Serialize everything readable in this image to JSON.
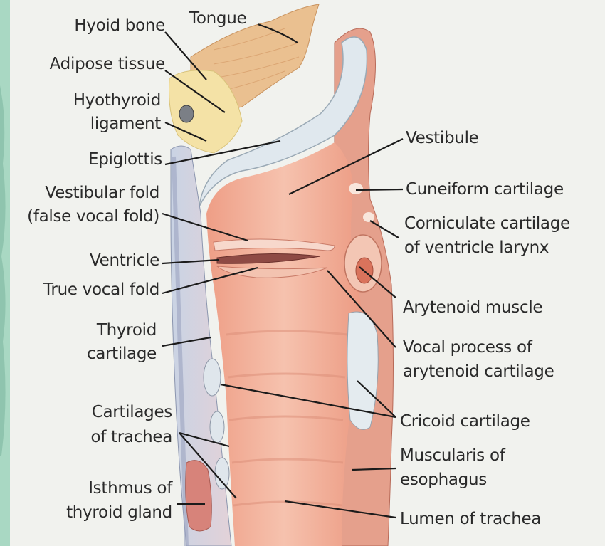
{
  "labels": {
    "tongue": "Tongue",
    "hyoid_bone": "Hyoid bone",
    "adipose_tissue": "Adipose tissue",
    "hyothyroid_1": "Hyothyroid",
    "hyothyroid_2": "ligament",
    "epiglottis": "Epiglottis",
    "vestibular_1": "Vestibular fold",
    "vestibular_2": "(false vocal fold)",
    "ventricle": "Ventricle",
    "true_vocal_fold": "True vocal fold",
    "thyroid_1": "Thyroid",
    "thyroid_2": "cartilage",
    "cart_trachea_1": "Cartilages",
    "cart_trachea_2": "of trachea",
    "isthmus_1": "Isthmus of",
    "isthmus_2": "thyroid gland",
    "vestibule": "Vestibule",
    "cuneiform": "Cuneiform cartilage",
    "corniculate_1": "Corniculate cartilage",
    "corniculate_2": "of ventricle larynx",
    "arytenoid_muscle": "Arytenoid muscle",
    "vocal_process_1": "Vocal process of",
    "vocal_process_2": "arytenoid cartilage",
    "cricoid": "Cricoid cartilage",
    "muscularis_1": "Muscularis of",
    "muscularis_2": "esophagus",
    "lumen": "Lumen of trachea"
  },
  "colors": {
    "background": "#f1f2ee",
    "left_strip": "#a9d8c3",
    "lumen": "#f0b49e",
    "mucosa": "#e79884",
    "cartilage": "#d6dfe6",
    "adipose": "#f4e2a6",
    "muscle": "#d98575",
    "leader_line": "#1b1b1b"
  }
}
